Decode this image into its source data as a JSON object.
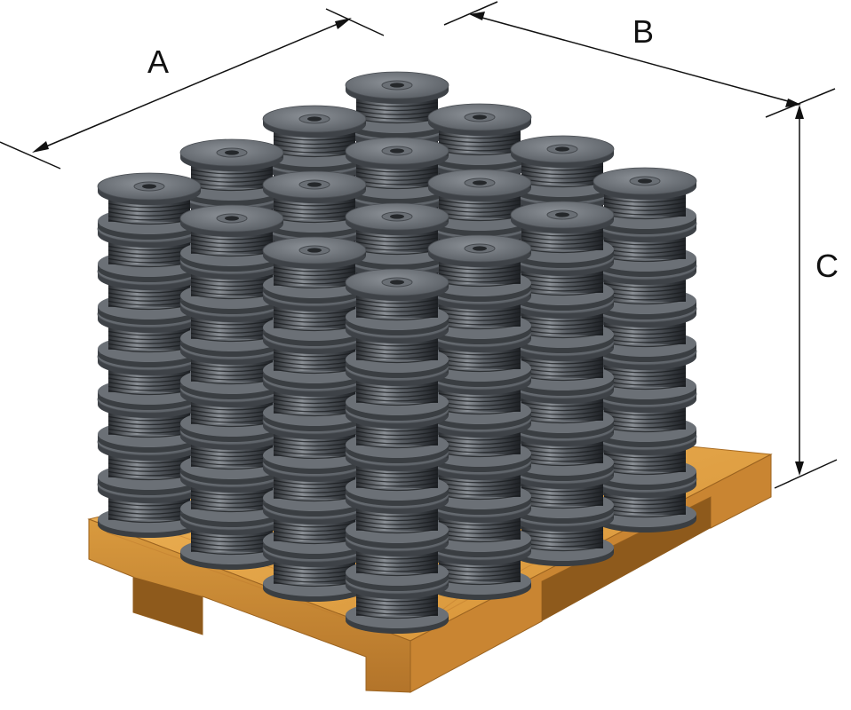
{
  "diagram": {
    "subject": "pallet-of-cable-spools",
    "dimensions": [
      {
        "id": "A",
        "label": "A"
      },
      {
        "id": "B",
        "label": "B"
      },
      {
        "id": "C",
        "label": "C"
      }
    ],
    "spools": {
      "columns": 4,
      "rows": 4,
      "layers": 8
    },
    "colors": {
      "spool_flange": "#5e6268",
      "spool_flange_top": "#7c8187",
      "spool_hub_hole": "#2a2d30",
      "cable_dark": "#24272b",
      "cable_light": "#777c82",
      "pallet_wood": "#e2a648",
      "pallet_wood_dark": "#b8782a",
      "dimension_line": "#111111"
    }
  }
}
